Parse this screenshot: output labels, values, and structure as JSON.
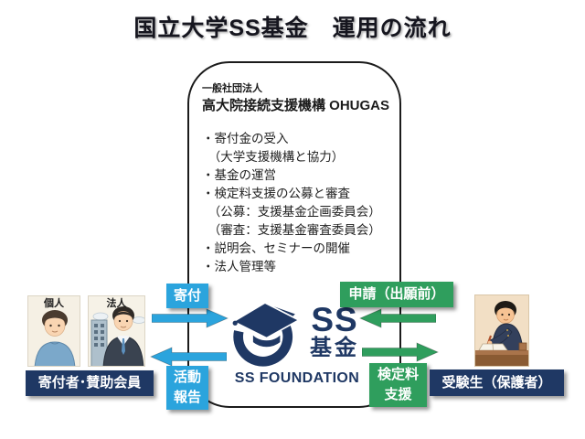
{
  "title": "国立大学SS基金　運用の流れ",
  "org": {
    "subtitle": "一般社団法人",
    "name": "高大院接続支援機構 OHUGAS",
    "activities": [
      "・寄付金の受入",
      "　（大学支援機構と協力）",
      "・基金の運営",
      "・検定料支援の公募と審査",
      "　（公募：支援基金企画委員会）",
      "　（審査：支援基金審査委員会）",
      "・説明会、セミナーの開催",
      "・法人管理等"
    ]
  },
  "logo": {
    "ss": "SS",
    "fund": "基金",
    "foundation": "SS FOUNDATION",
    "icon": "graduation-cap-with-circular-arrow"
  },
  "donors": {
    "individual_label": "個人",
    "corporate_label": "法人",
    "caption": "寄付者･賛助会員"
  },
  "students": {
    "caption": "受験生（保護者）",
    "illustration": "student-writing-at-desk"
  },
  "flows": {
    "donation": "寄付",
    "activity_report": [
      "活動",
      "報告"
    ],
    "application": "申請（出願前）",
    "exam_fee_support": [
      "検定料",
      "支援"
    ]
  },
  "colors": {
    "flow_blue": "#2BA4DD",
    "flow_green": "#2F9E5D",
    "navy": "#1F3864",
    "logo_navy": "#1F3864"
  }
}
